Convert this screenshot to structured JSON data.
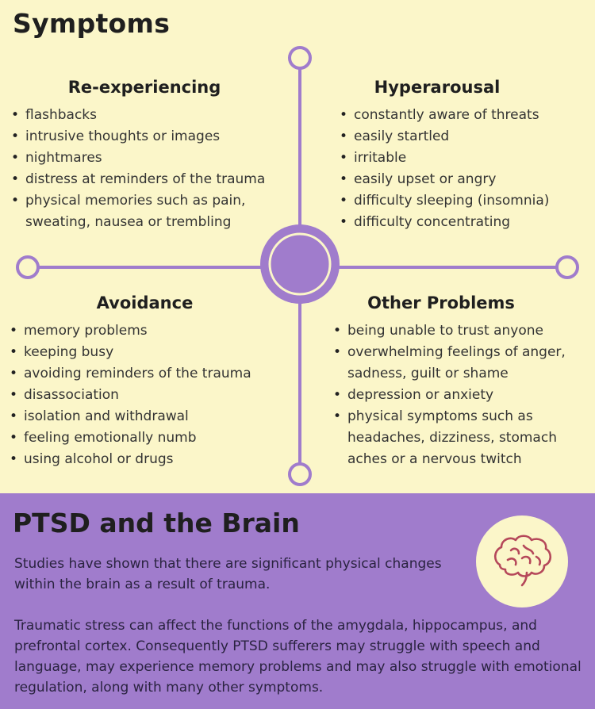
{
  "symptoms": {
    "title": "Symptoms",
    "quadrants": {
      "reexperiencing": {
        "heading": "Re-experiencing",
        "items": [
          "flashbacks",
          "intrusive thoughts or images",
          "nightmares",
          "distress at reminders of the trauma",
          "physical memories such as pain, sweating, nausea or trembling"
        ]
      },
      "hyperarousal": {
        "heading": "Hyperarousal",
        "items": [
          "constantly aware of threats",
          "easily startled",
          "irritable",
          "easily upset or angry",
          "difficulty sleeping (insomnia)",
          "difficulty concentrating"
        ]
      },
      "avoidance": {
        "heading": "Avoidance",
        "items": [
          "memory problems",
          "keeping busy",
          "avoiding reminders of the trauma",
          "disassociation",
          "isolation and withdrawal",
          "feeling emotionally numb",
          "using alcohol or drugs"
        ]
      },
      "other": {
        "heading": "Other Problems",
        "items": [
          "being unable to trust anyone",
          "overwhelming feelings of anger, sadness, guilt or shame",
          "depression or anxiety",
          "physical symptoms such as headaches, dizziness, stomach aches or a nervous twitch"
        ]
      }
    }
  },
  "brain_section": {
    "title": "PTSD and the Brain",
    "paragraphs": [
      "Studies have shown that there are significant physical changes within the brain as a result of trauma.",
      "Traumatic stress can affect the functions of the amygdala, hippocampus, and prefrontal cortex. Consequently PTSD sufferers may struggle with speech and language, may experience memory problems and may also struggle with emotional regulation, along with many other symptoms."
    ],
    "icon": "brain-icon"
  },
  "colors": {
    "background_top": "#fbf6c9",
    "background_bottom": "#a07ccc",
    "accent": "#a07ccc"
  }
}
